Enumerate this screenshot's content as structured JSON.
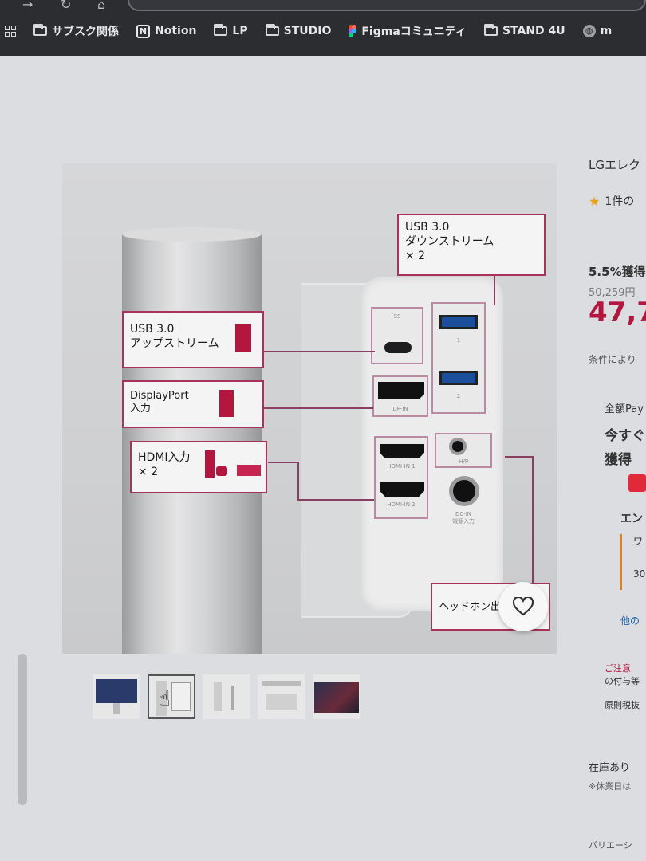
{
  "browser": {
    "bookmarks": [
      {
        "label": "",
        "icon": "apps-grid-icon"
      },
      {
        "label": "サブスク関係",
        "icon": "folder-icon"
      },
      {
        "label": "Notion",
        "icon": "notion-icon"
      },
      {
        "label": "LP",
        "icon": "folder-icon"
      },
      {
        "label": "STUDIO",
        "icon": "folder-icon"
      },
      {
        "label": "Figmaコミュニティ",
        "icon": "figma-icon"
      },
      {
        "label": "STAND 4U",
        "icon": "folder-icon"
      },
      {
        "label": "m",
        "icon": "globe-icon"
      }
    ]
  },
  "product_image": {
    "callouts": {
      "usb_down": "USB 3.0\nダウンストリーム\n× 2",
      "usb_up": "USB  3.0\nアップストリーム",
      "displayport": "DisplayPort\n入力",
      "hdmi": "HDMI入力\n× 2",
      "headphone": "ヘッドホン出力"
    },
    "port_labels": {
      "usbc": "SS",
      "usba1": "1",
      "usba2": "2",
      "dp": "DP-IN",
      "hdmi1": "HDMI-IN 1",
      "hdmi2": "HDMI-IN 2",
      "hp": "H/P",
      "dcin": "DC-IN\n電源入力"
    }
  },
  "info": {
    "brand": "LGエレク",
    "rating": "1件の",
    "points": "5.5%獲得",
    "list_price": "50,259円",
    "price": "47,7",
    "conditions": "条件により",
    "paypay": "全額Pay",
    "promo1": "今すぐ",
    "promo2": "獲得",
    "section": "エン",
    "item1": "ワー",
    "item2": "30",
    "more": "他の",
    "notice1": "ご注意",
    "notice2": "の付与等",
    "notice3": "原則税抜",
    "stock": "在庫あり",
    "holiday": "※休業日は",
    "variation": "バリエーシ"
  },
  "colors": {
    "accent_red": "#b3163e",
    "price_red": "#b3163e",
    "link_blue": "#1a5fb4"
  }
}
